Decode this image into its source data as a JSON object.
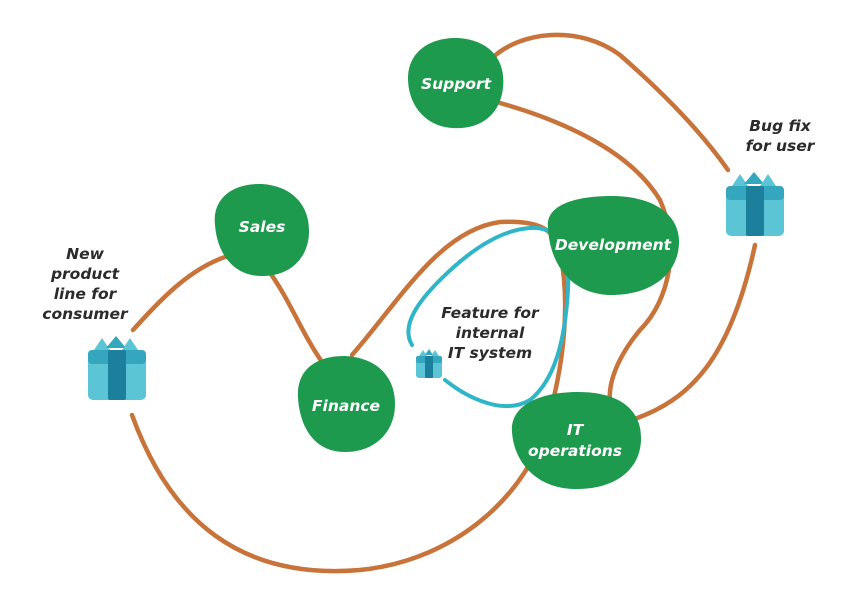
{
  "colors": {
    "path_orange": "#C8733A",
    "path_teal": "#2FB5C8",
    "node_green": "#1E9A4E",
    "gift_light": "#5BC5D6",
    "gift_mid": "#34A7BE",
    "gift_dark": "#1C7F9C",
    "label_dark": "#2b2b2b"
  },
  "nodes": {
    "support": "Support",
    "sales": "Sales",
    "development": "Development",
    "finance": "Finance",
    "it_operations": [
      "IT",
      "operations"
    ]
  },
  "outcomes": {
    "new_product": [
      "New",
      "product",
      "line for",
      "consumer"
    ],
    "bug_fix": [
      "Bug fix",
      "for user"
    ],
    "feature": [
      "Feature for",
      "internal",
      "IT system"
    ]
  },
  "icons": {
    "gift": "gift-box-icon"
  }
}
